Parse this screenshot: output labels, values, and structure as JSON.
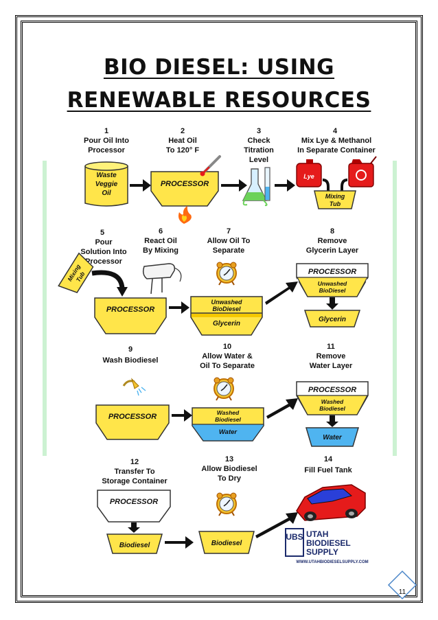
{
  "title": {
    "line1": "BIO DIESEL: USING",
    "line2": "RENEWABLE RESOURCES"
  },
  "steps": [
    {
      "num": "1",
      "lines": [
        "Pour Oil Into",
        "Processor"
      ]
    },
    {
      "num": "2",
      "lines": [
        "Heat Oil",
        "To 120° F"
      ]
    },
    {
      "num": "3",
      "lines": [
        "Check",
        "Titration",
        "Level"
      ]
    },
    {
      "num": "4",
      "lines": [
        "Mix Lye & Methanol",
        "In Separate Container"
      ]
    },
    {
      "num": "5",
      "lines": [
        "Pour",
        "Solution Into",
        "Processor"
      ]
    },
    {
      "num": "6",
      "lines": [
        "React Oil",
        "By Mixing"
      ]
    },
    {
      "num": "7",
      "lines": [
        "Allow Oil To",
        "Separate"
      ]
    },
    {
      "num": "8",
      "lines": [
        "Remove",
        "Glycerin Layer"
      ]
    },
    {
      "num": "9",
      "lines": [
        "Wash Biodiesel"
      ]
    },
    {
      "num": "10",
      "lines": [
        "Allow Water &",
        "Oil To Separate"
      ]
    },
    {
      "num": "11",
      "lines": [
        "Remove",
        "Water Layer"
      ]
    },
    {
      "num": "12",
      "lines": [
        "Transfer To",
        "Storage Container"
      ]
    },
    {
      "num": "13",
      "lines": [
        "Allow Biodiesel",
        "To Dry"
      ]
    },
    {
      "num": "14",
      "lines": [
        "Fill Fuel Tank"
      ]
    }
  ],
  "labels": {
    "waste_veggie_oil": [
      "Waste",
      "Veggie",
      "Oil"
    ],
    "processor": "PROCESSOR",
    "lye": "Lye",
    "mixing_tub": [
      "Mixing",
      "Tub"
    ],
    "unwashed_biodiesel": [
      "Unwashed",
      "BioDiesel"
    ],
    "glycerin": "Glycerin",
    "washed_biodiesel": [
      "Washed",
      "Biodiesel"
    ],
    "water": "Water",
    "biodiesel": "Biodiesel"
  },
  "brand": {
    "monogram": "UBS",
    "lines": [
      "UTAH",
      "BIODIESEL",
      "SUPPLY"
    ],
    "url": "WWW.UTAHBIODIESELSUPPLY.COM"
  },
  "page_number": "11",
  "colors": {
    "yellow": "#ffe54a",
    "blue": "#4fb4f0",
    "red": "#e51b1b",
    "green_band": "#ccf2d2",
    "brand_navy": "#1b2a6b"
  },
  "icons": [
    "thermometer-icon",
    "flame-icon",
    "flask-icon",
    "lye-jug-icon",
    "gas-can-icon",
    "mixer-icon",
    "timer-clock-icon",
    "shower-icon",
    "car-icon"
  ]
}
